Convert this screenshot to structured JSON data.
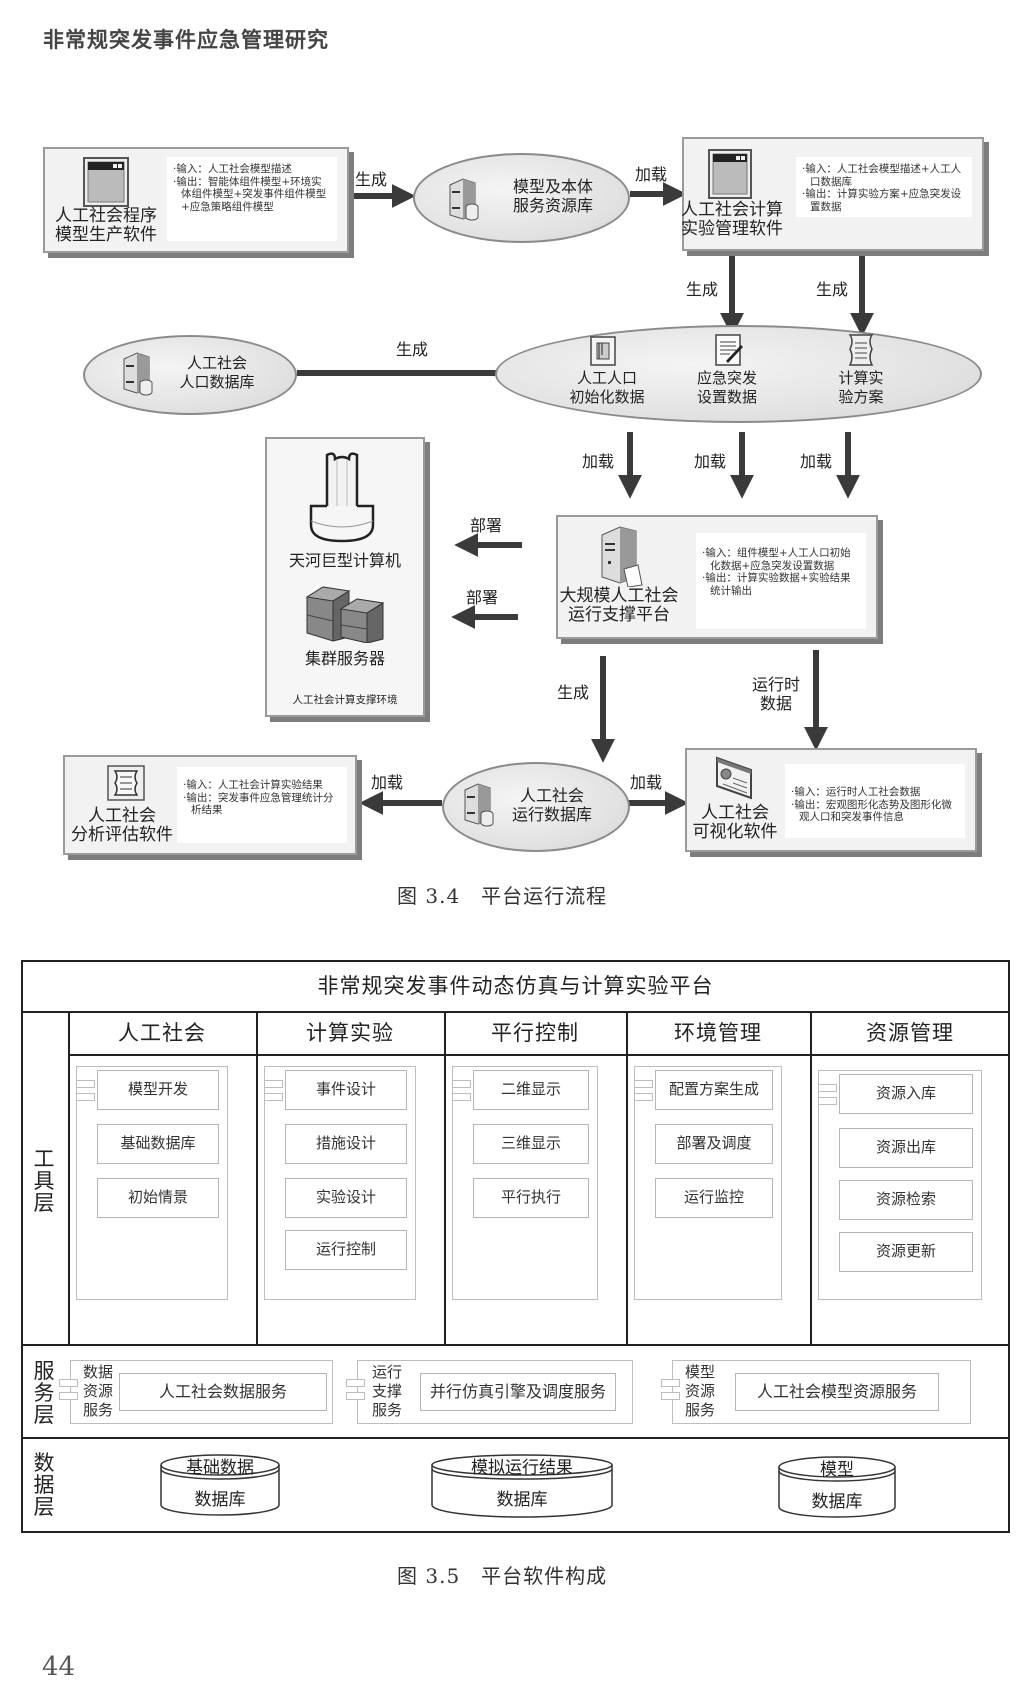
{
  "page": {
    "running_header": "非常规突发事件应急管理研究",
    "page_number": "44"
  },
  "figure_3_4": {
    "caption": "图 3.4　平台运行流程",
    "nodes": {
      "model_generation_software": {
        "title_line1": "人工社会程序",
        "title_line2": "模型生产软件",
        "icon": "application-window-icon",
        "notes": [
          "·输入：人工社会模型描述",
          "·输出：智能体组件模型+环境实体组件模型+突发事件组件模型+应急策略组件模型"
        ]
      },
      "model_ontology_repository": {
        "title_line1": "模型及本体",
        "title_line2": "服务资源库",
        "icon": "database-server-icon"
      },
      "experiment_management_software": {
        "title_line1": "人工社会计算",
        "title_line2": "实验管理软件",
        "icon": "application-window-icon",
        "notes": [
          "·输入：人工社会模型描述+人工人口数据库",
          "·输出：计算实验方案+应急突发设置数据"
        ]
      },
      "population_database": {
        "title_line1": "人工社会",
        "title_line2": "人口数据库",
        "icon": "database-server-icon"
      },
      "data_set": {
        "items": [
          {
            "line1": "人工人口",
            "line2": "初始化数据",
            "icon": "folder-data-icon"
          },
          {
            "line1": "应急突发",
            "line2": "设置数据",
            "icon": "document-edit-icon"
          },
          {
            "line1": "计算实",
            "line2": "验方案",
            "icon": "scroll-plan-icon"
          }
        ]
      },
      "compute_environment": {
        "supercomputer": "天河巨型计算机",
        "cluster": "集群服务器",
        "footer": "人工社会计算支撑环境"
      },
      "runtime_platform": {
        "title_line1": "大规模人工社会",
        "title_line2": "运行支撑平台",
        "icon": "server-document-icon",
        "notes": [
          "·输入：组件模型+人工人口初始化数据+应急突发设置数据",
          "·输出：计算实验数据+实验结果统计输出"
        ]
      },
      "analysis_software": {
        "title_line1": "人工社会",
        "title_line2": "分析评估软件",
        "icon": "scroll-plan-icon",
        "notes": [
          "·输入：人工社会计算实验结果",
          "·输出：突发事件应急管理统计分析结果"
        ]
      },
      "runtime_database": {
        "title_line1": "人工社会",
        "title_line2": "运行数据库",
        "icon": "database-server-icon"
      },
      "visualization_software": {
        "title_line1": "人工社会",
        "title_line2": "可视化软件",
        "icon": "display-card-icon",
        "notes": [
          "·输入：运行时人工社会数据",
          "·输出：宏观图形化态势及图形化微观人口和突发事件信息"
        ]
      }
    },
    "edge_labels": {
      "generate": "生成",
      "load": "加载",
      "deploy": "部署",
      "runtime_data": "运行时\n数据"
    }
  },
  "figure_3_5": {
    "caption": "图 3.5　平台软件构成",
    "title": "非常规突发事件动态仿真与计算实验平台",
    "layers": {
      "tool": "工具层",
      "service": "服务层",
      "data": "数据层"
    },
    "tool_columns": [
      {
        "header": "人工社会",
        "items": [
          "模型开发",
          "基础数据库",
          "初始情景"
        ]
      },
      {
        "header": "计算实验",
        "items": [
          "事件设计",
          "措施设计",
          "实验设计",
          "运行控制"
        ]
      },
      {
        "header": "平行控制",
        "items": [
          "二维显示",
          "三维显示",
          "平行执行"
        ]
      },
      {
        "header": "环境管理",
        "items": [
          "配置方案生成",
          "部署及调度",
          "运行监控"
        ]
      },
      {
        "header": "资源管理",
        "items": [
          "资源入库",
          "资源出库",
          "资源检索",
          "资源更新"
        ]
      }
    ],
    "services": [
      {
        "label": [
          "数据",
          "资源",
          "服务"
        ],
        "name": "人工社会数据服务"
      },
      {
        "label": [
          "运行",
          "支撑",
          "服务"
        ],
        "name": "并行仿真引擎及调度服务"
      },
      {
        "label": [
          "模型",
          "资源",
          "服务"
        ],
        "name": "人工社会模型资源服务"
      }
    ],
    "databases": [
      {
        "top": "基础数据",
        "bottom": "数据库"
      },
      {
        "top": "模拟运行结果",
        "bottom": "数据库"
      },
      {
        "top": "模型",
        "bottom": "数据库"
      }
    ]
  }
}
